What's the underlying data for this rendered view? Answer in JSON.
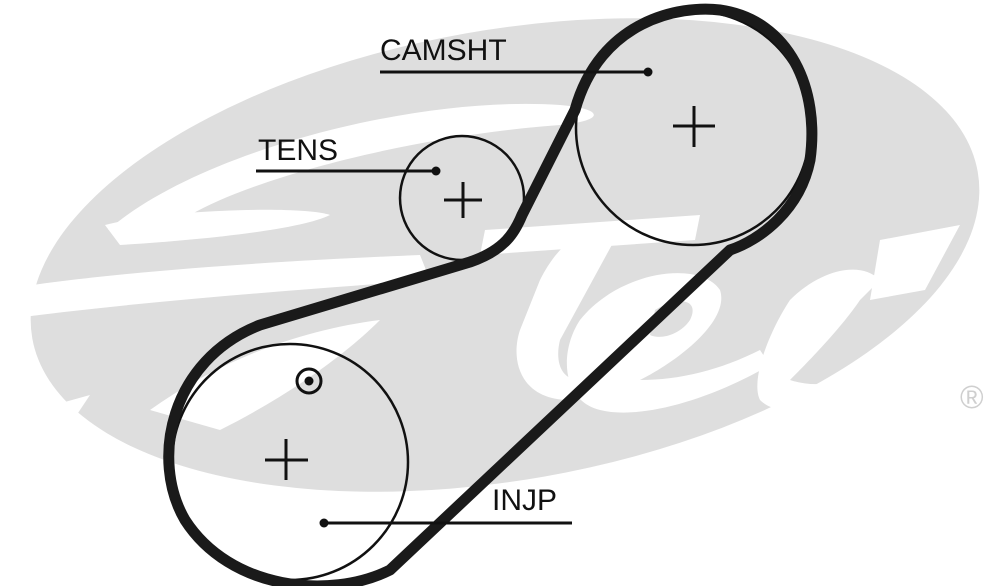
{
  "diagram": {
    "type": "timing-belt-routing",
    "brand_watermark": {
      "text": "Gates",
      "registered_mark": "®",
      "color": "#dedede"
    },
    "colors": {
      "belt": "#1a1a1a",
      "pulley_outline": "#111111",
      "background": "#ffffff"
    },
    "pulleys": [
      {
        "id": "camshaft",
        "label": "CAMSHT",
        "description": "Camshaft pulley",
        "marker": "center-cross"
      },
      {
        "id": "tensioner",
        "label": "TENS",
        "description": "Tensioner pulley",
        "marker": "center-cross"
      },
      {
        "id": "injection_pump",
        "label": "INJP",
        "description": "Injection pump / crankshaft pulley",
        "marker": "center-cross",
        "timing_mark": "bullseye"
      }
    ],
    "belt_path_order": [
      "camshaft",
      "tensioner",
      "injection_pump"
    ]
  }
}
